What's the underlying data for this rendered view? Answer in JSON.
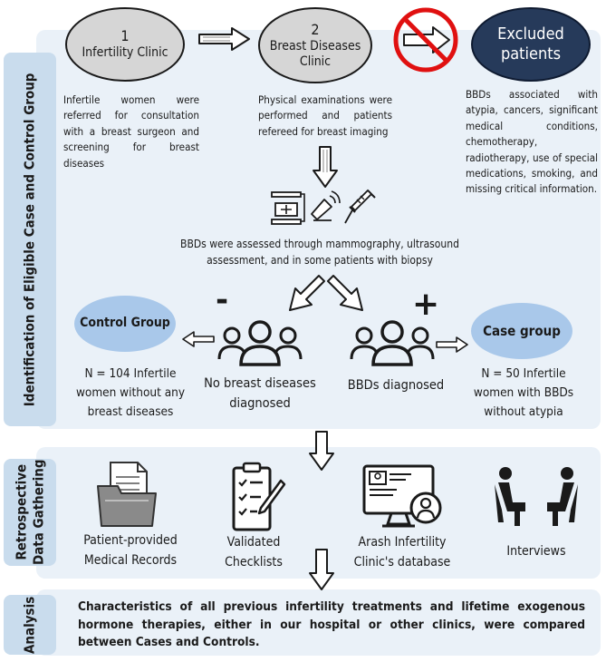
{
  "sections": {
    "identification_label": "Identification of Eligible Case and Control Group",
    "retrospective_label_line1": "Retrospective",
    "retrospective_label_line2": "Data Gathering",
    "analysis_label": "Analysis"
  },
  "steps": {
    "step1_number": "1",
    "step1_title": "Infertility Clinic",
    "step1_text": "Infertile women were referred for consultation with a breast surgeon and screening for breast diseases",
    "step2_number": "2",
    "step2_title_line1": "Breast Diseases",
    "step2_title_line2": "Clinic",
    "step2_text": "Physical examinations were performed and patients refereed for breast imaging",
    "excluded_title_line1": "Excluded",
    "excluded_title_line2": "patients",
    "excluded_text": "BBDs associated with atypia, cancers, significant medical conditions, chemotherapy, radiotherapy, use of special medications, smoking, and missing critical information."
  },
  "assessment_text": "BBDs were assessed through mammography, ultrasound assessment, and in some patients with biopsy",
  "groups": {
    "minus_sign": "-",
    "plus_sign": "+",
    "no_disease_line1": "No breast diseases",
    "no_disease_line2": "diagnosed",
    "bbds_diagnosed": "BBDs diagnosed",
    "control_title": "Control Group",
    "control_text": "N = 104 Infertile women without any breast diseases",
    "case_title": "Case group",
    "case_text": "N = 50 Infertile women with BBDs without atypia"
  },
  "sources": {
    "records_line1": "Patient-provided",
    "records_line2": "Medical Records",
    "checklists_line1": "Validated",
    "checklists_line2": "Checklists",
    "database_line1": "Arash Infertility",
    "database_line2": "Clinic's database",
    "interviews": "Interviews"
  },
  "analysis_text": "Characteristics of all previous infertility treatments and lifetime exogenous hormone therapies, either in our hospital or other clinics, were compared between Cases and Controls.",
  "colors": {
    "side_bar": "#c9dced",
    "panel": "#eaf1f8",
    "oval_grey": "#d6d6d6",
    "oval_dark": "#263a5a",
    "oval_blue": "#a9c8ea",
    "forbidden_red": "#e01010"
  },
  "icons": [
    "right-arrow-icon",
    "forbidden-arrow-icon",
    "down-arrow-icon",
    "diagonal-arrow-icon",
    "mammography-icon",
    "ultrasound-icon",
    "biopsy-needle-icon",
    "group-people-icon",
    "folder-records-icon",
    "checklist-icon",
    "database-monitor-icon",
    "interview-chairs-icon"
  ]
}
